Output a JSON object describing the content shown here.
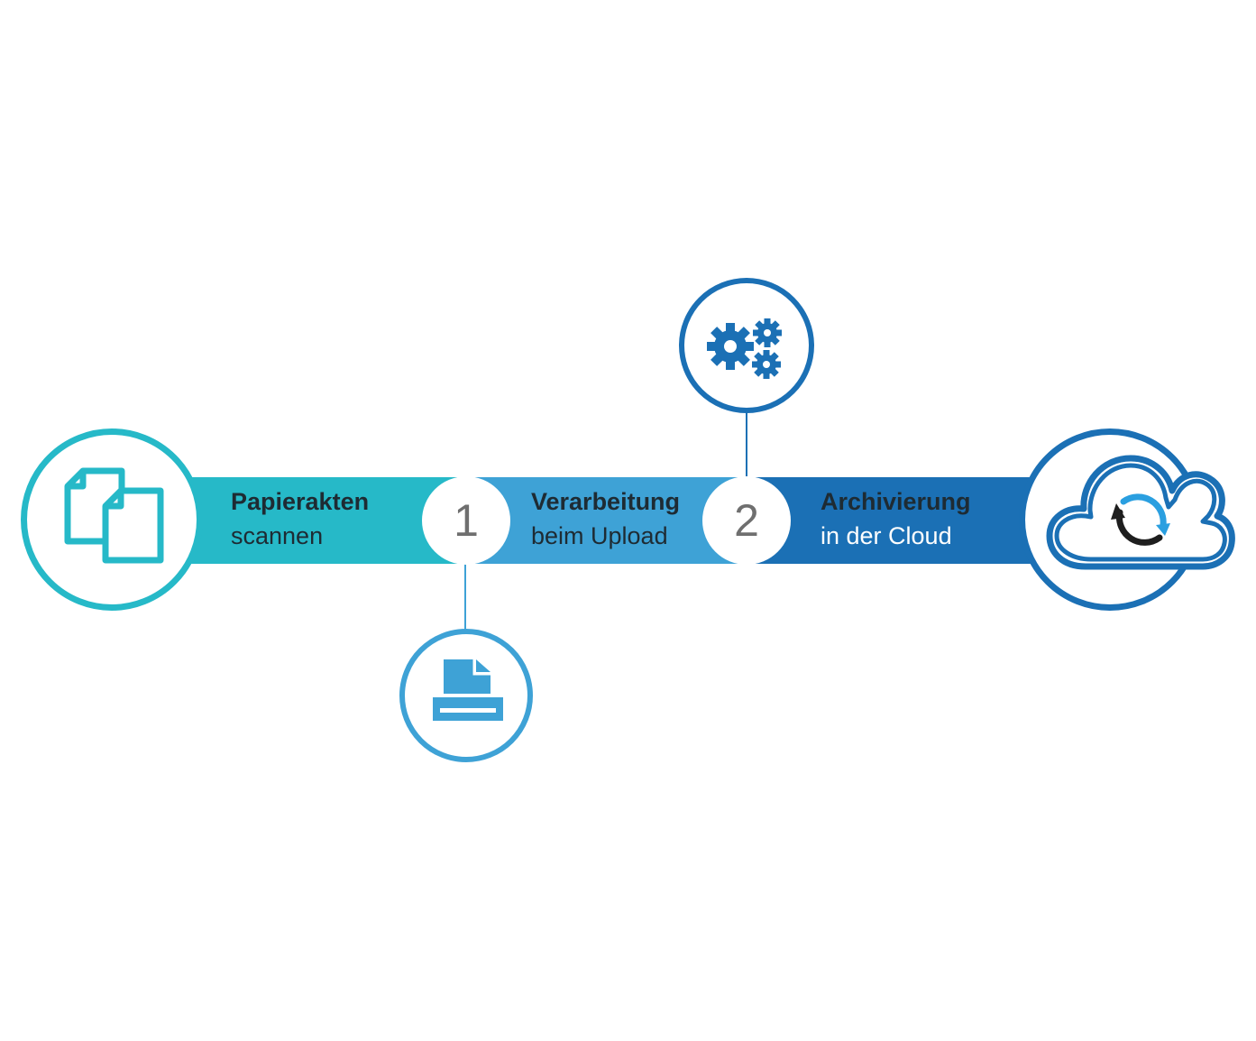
{
  "steps": [
    {
      "title": "Papierakten",
      "subtitle": "scannen"
    },
    {
      "title": "Verarbeitung",
      "subtitle": "beim Upload"
    },
    {
      "title": "Archivierung",
      "subtitle": "in der Cloud"
    }
  ],
  "numbers": [
    "1",
    "2"
  ],
  "icons": {
    "documents": "documents-icon",
    "printer": "printer-icon",
    "gears": "gears-icon",
    "cloud_sync": "cloud-sync-icon"
  },
  "colors": {
    "teal": "#26b9c8",
    "mid_blue": "#3ea2d6",
    "dark_blue": "#1b70b5",
    "text_dark": "#1e2b33",
    "number_gray": "#6f6f6f"
  }
}
